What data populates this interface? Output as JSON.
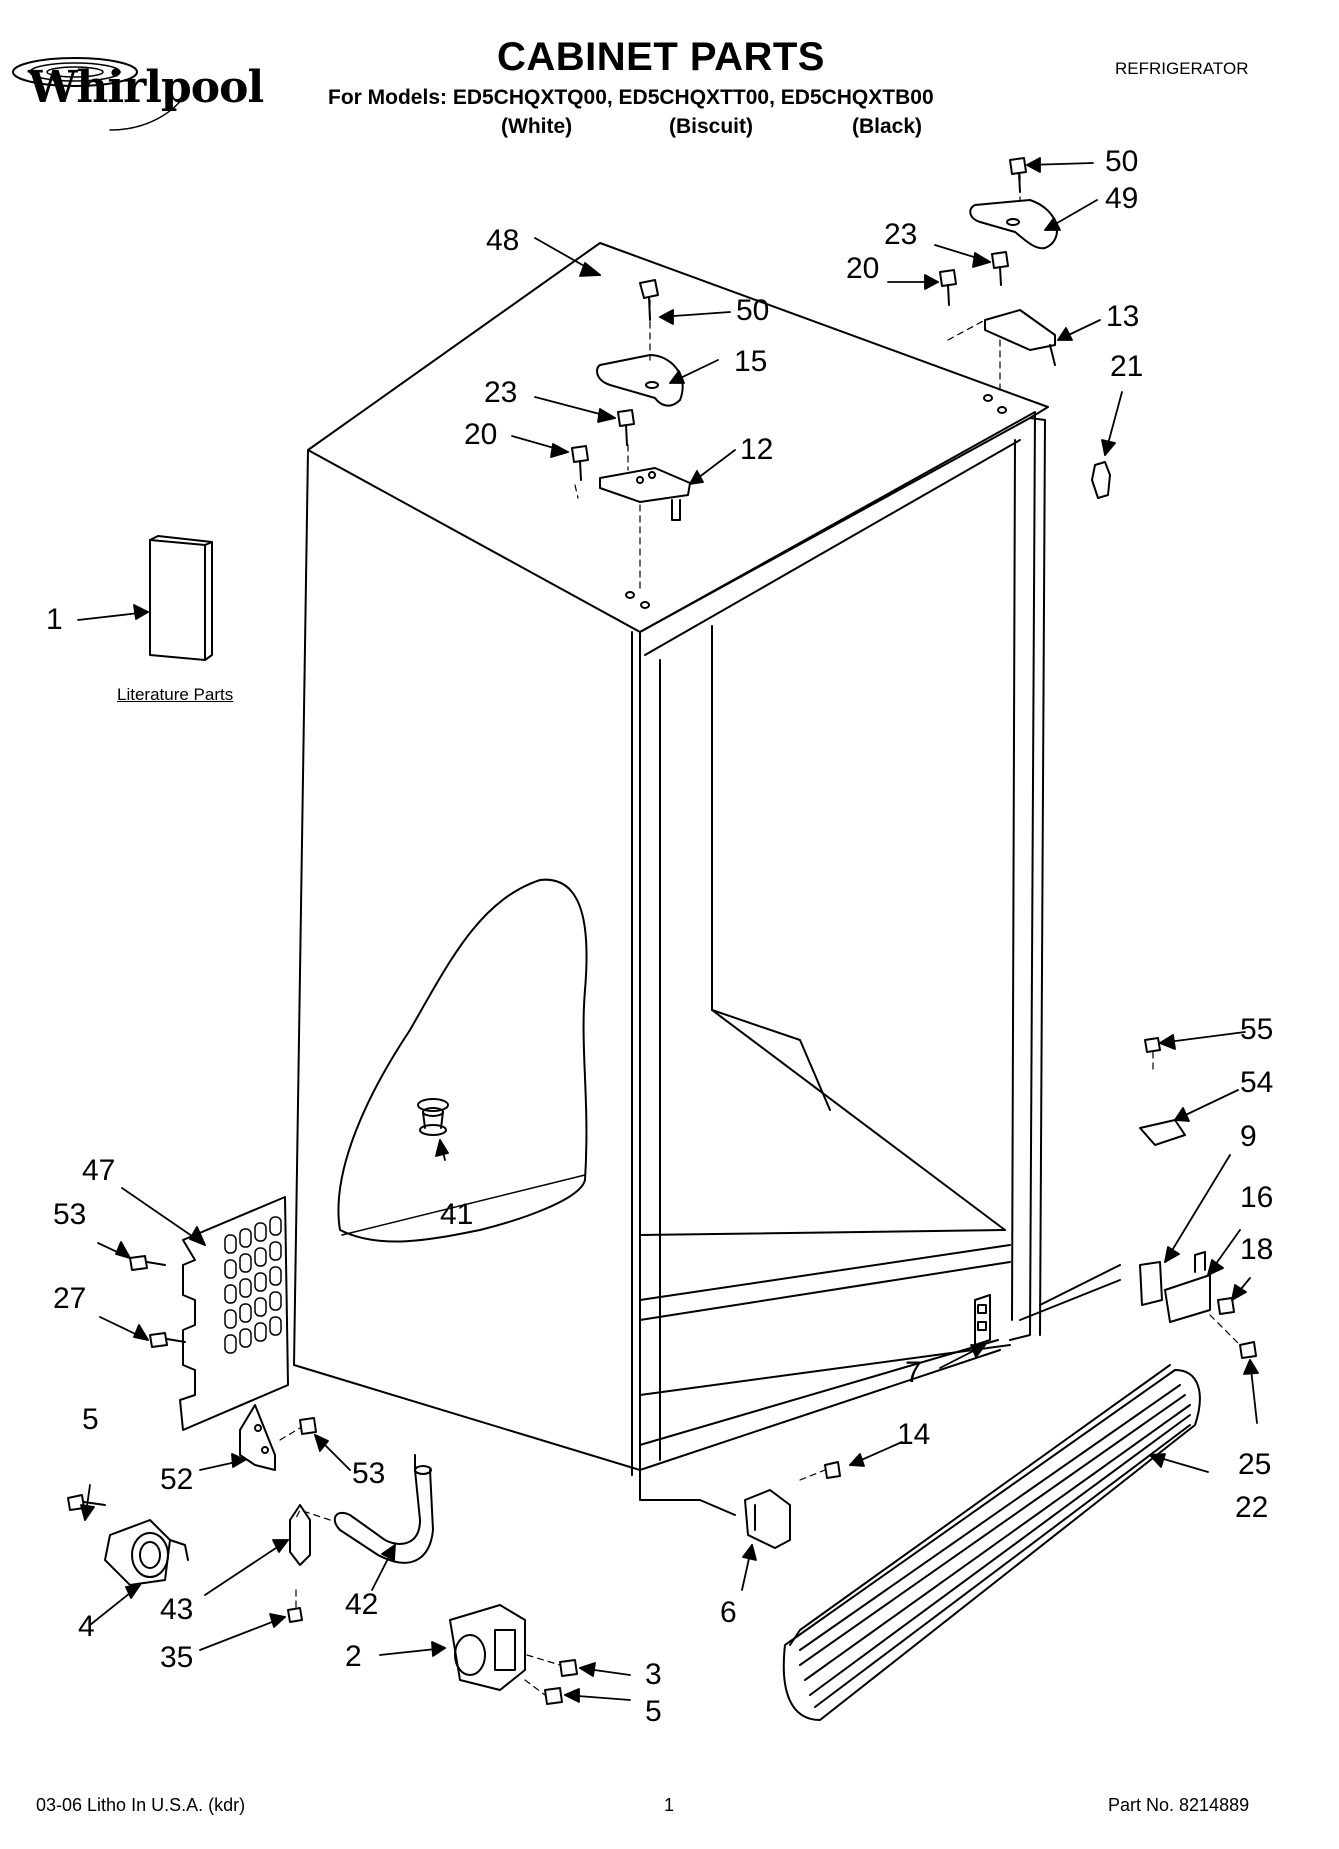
{
  "header": {
    "brand": "Whirlpool",
    "title": "CABINET PARTS",
    "category": "REFRIGERATOR",
    "models_line": "For Models: ED5CHQXTQ00, ED5CHQXTT00, ED5CHQXTB00",
    "colors": [
      "(White)",
      "(Biscuit)",
      "(Black)"
    ]
  },
  "literature_label": "Literature Parts",
  "callouts": [
    "1",
    "2",
    "3",
    "4",
    "5",
    "5",
    "6",
    "7",
    "9",
    "12",
    "13",
    "14",
    "15",
    "16",
    "18",
    "20",
    "20",
    "21",
    "22",
    "23",
    "23",
    "25",
    "27",
    "35",
    "41",
    "42",
    "43",
    "47",
    "48",
    "49",
    "50",
    "50",
    "52",
    "53",
    "53",
    "54",
    "55"
  ],
  "footer": {
    "left": "03-06 Litho In U.S.A. (kdr)",
    "page": "1",
    "part_no": "Part No. 8214889"
  }
}
